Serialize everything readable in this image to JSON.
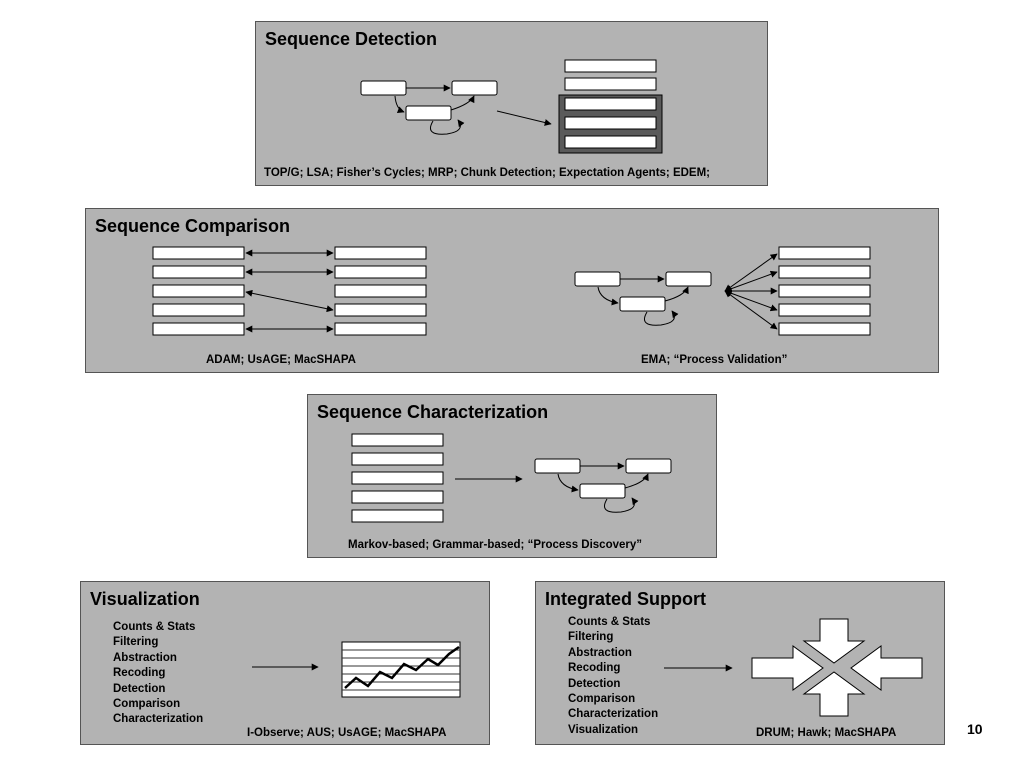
{
  "sequence_detection": {
    "title": "Sequence Detection",
    "caption": "TOP/G; LSA; Fisher’s Cycles; MRP; Chunk Detection; Expectation Agents; EDEM;"
  },
  "sequence_comparison": {
    "title": "Sequence Comparison",
    "caption_left": "ADAM; UsAGE; MacSHAPA",
    "caption_right": "EMA; “Process Validation”"
  },
  "sequence_characterization": {
    "title": "Sequence Characterization",
    "caption": "Markov-based; Grammar-based; “Process Discovery”"
  },
  "visualization": {
    "title": "Visualization",
    "items": [
      "Counts & Stats",
      "Filtering",
      "Abstraction",
      "Recoding",
      "Detection",
      "Comparison",
      "Characterization"
    ],
    "caption": "I-Observe; AUS; UsAGE; MacSHAPA"
  },
  "integrated_support": {
    "title": "Integrated Support",
    "items": [
      "Counts & Stats",
      "Filtering",
      "Abstraction",
      "Recoding",
      "Detection",
      "Comparison",
      "Characterization",
      "Visualization"
    ],
    "caption": "DRUM; Hawk; MacSHAPA"
  },
  "page_number": "10"
}
